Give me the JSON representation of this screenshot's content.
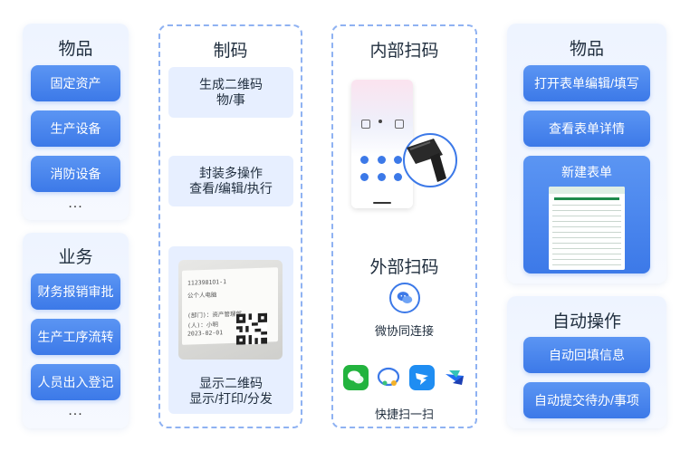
{
  "col1": {
    "section1": {
      "title": "物品",
      "items": [
        "固定资产",
        "生产设备",
        "消防设备"
      ],
      "more": "..."
    },
    "section2": {
      "title": "业务",
      "items": [
        "财务报销审批",
        "生产工序流转",
        "人员出入登记"
      ],
      "more": "..."
    }
  },
  "col2": {
    "title": "制码",
    "boxes": [
      {
        "line1": "生成二维码",
        "line2": "物/事"
      },
      {
        "line1": "封装多操作",
        "line2": "查看/编辑/执行"
      },
      {
        "line1": "显示二维码",
        "line2": "显示/打印/分发"
      }
    ],
    "photo_label": {
      "line1": "1123981O1-1",
      "line2": "公个人电脑",
      "line3": "(部门)：资产管理部",
      "line4": "(人)：小明",
      "line5": "2023-02-01"
    }
  },
  "col3": {
    "title_internal": "内部扫码",
    "title_external": "外部扫码",
    "wechat_label": "微协同连接",
    "quick_label": "快捷扫一扫",
    "apps": [
      "wechat-icon",
      "qq-icon",
      "dingtalk-icon",
      "feishu-icon"
    ]
  },
  "col4": {
    "section1": {
      "title": "物品",
      "items": [
        "打开表单编辑/填写",
        "查看表单详情"
      ],
      "new_form": "新建表单"
    },
    "section2": {
      "title": "自动操作",
      "items": [
        "自动回填信息",
        "自动提交待办/事项"
      ]
    }
  },
  "colors": {
    "accent": "#3c79e8",
    "accent_light": "#5b95f3",
    "panel_bg": "#eef4ff",
    "dashed": "#8fb2f2"
  }
}
